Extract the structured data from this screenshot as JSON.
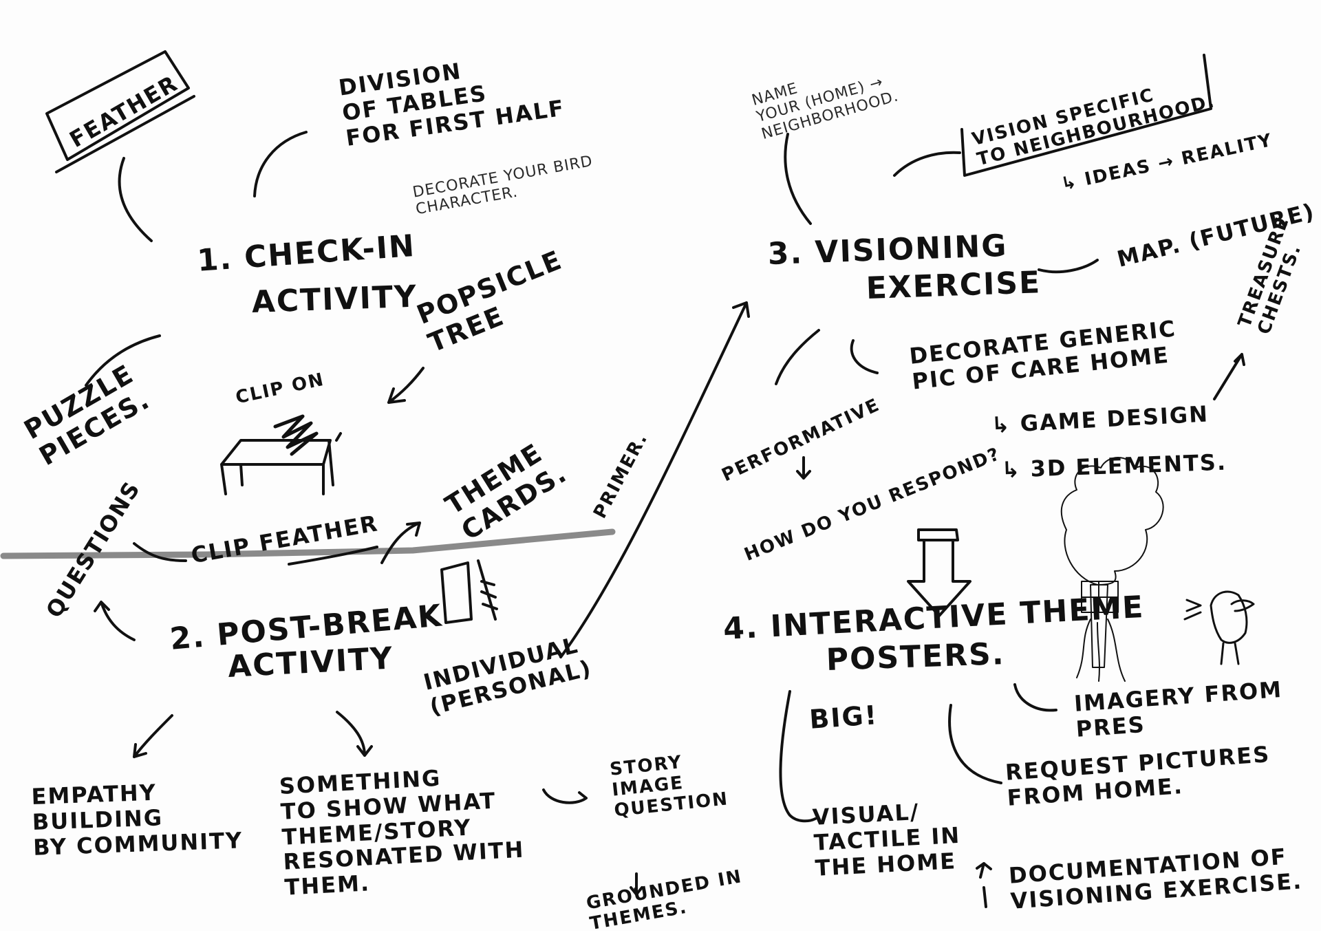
{
  "check_in": {
    "title_line1": "1. CHECK-IN",
    "title_line2": "ACTIVITY",
    "feather": "FEATHER",
    "division": "DIVISION\nOF TABLES\nFOR FIRST HALF",
    "decorate_bird": "DECORATE YOUR BIRD\nCHARACTER.",
    "popsicle_tree": "POPSICLE\nTREE",
    "clip_on": "CLIP ON",
    "puzzle_pieces": "PUZZLE\nPIECES.",
    "clip_feather": "CLIP FEATHER",
    "questions": "QUESTIONS"
  },
  "post_break": {
    "title_line1": "2. POST-BREAK",
    "title_line2": "ACTIVITY",
    "theme_cards": "THEME\nCARDS.",
    "primer": "PRIMER.",
    "individual": "INDIVIDUAL\n(PERSONAL)",
    "empathy": "EMPATHY\nBUILDING\nBY COMMUNITY",
    "something": "SOMETHING\nTO SHOW WHAT\nTHEME/STORY\nRESONATED WITH\nTHEM.",
    "story_image_question": "STORY\nIMAGE\nQUESTION",
    "grounded": "GROUNDED IN\nTHEMES."
  },
  "visioning": {
    "title_line1": "3. VISIONING",
    "title_line2": "EXERCISE",
    "name_home": "NAME\nYOUR (HOME) →\nNEIGHBORHOOD.",
    "vision_specific": "VISION SPECIFIC\nTO NEIGHBOURHOOD.",
    "ideas_reality": "↳ IDEAS → REALITY",
    "map_future": "MAP. (FUTURE)",
    "treasure_chests": "TREASURE\nCHESTS.",
    "decorate_generic": "DECORATE GENERIC\nPIC OF CARE HOME",
    "game_design": "↳ GAME DESIGN",
    "elements_3d": "↳ 3D ELEMENTS.",
    "performative": "PERFORMATIVE",
    "how_respond": "HOW DO YOU RESPOND?"
  },
  "posters": {
    "title_line1": "4. INTERACTIVE THEME",
    "title_line2": "POSTERS.",
    "big": "BIG!",
    "imagery": "IMAGERY FROM\nPRES",
    "request_pictures": "REQUEST PICTURES\nFROM HOME.",
    "visual_tactile": "VISUAL/\nTACTILE IN\nTHE HOME",
    "documentation": "DOCUMENTATION OF\nVISIONING EXERCISE."
  }
}
